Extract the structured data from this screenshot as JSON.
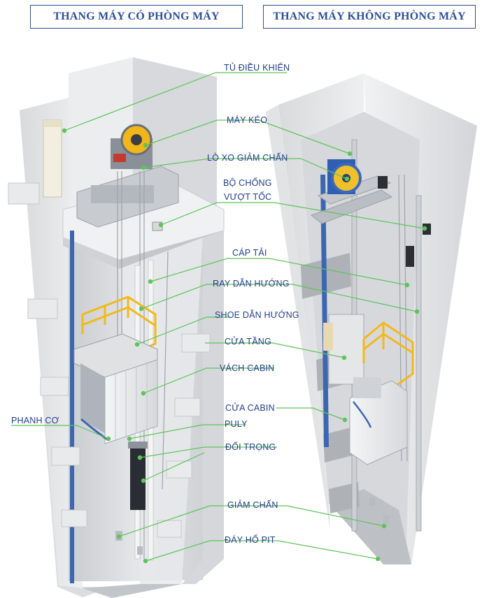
{
  "titles": {
    "left": "THANG MÁY CÓ PHÒNG MÁY",
    "right": "THANG MÁY KHÔNG PHÒNG MÁY"
  },
  "labels": {
    "control_cabinet": "TỦ ĐIỀU KHIỂN",
    "traction_machine": "MÁY KÉO",
    "damping_spring": "LÒ XO GIẢM CHẤN",
    "overspeed_governor_1": "BỘ CHỐNG",
    "overspeed_governor_2": "VƯỢT TỐC",
    "hoist_cable": "CÁP TẢI",
    "guide_rail": "RAY DẪN HƯỚNG",
    "guide_shoe": "SHOE DẪN HƯỚNG",
    "landing_door": "CỬA TẦNG",
    "cabin_wall": "VÁCH CABIN",
    "cabin_door": "CỬA CABIN",
    "mechanical_brake": "PHANH CƠ",
    "pulley": "PULY",
    "counterweight": "ĐỐI TRỌNG",
    "buffer": "GIẢM CHẤN",
    "pit_bottom": "ĐÁY HỐ PIT"
  },
  "colors": {
    "title": "#2d4f98",
    "label_text": "#233f8f",
    "leader_line": "#5ec45a",
    "shaft_wall": "#e6e7e9",
    "rail_blue": "#3d66b0",
    "guard_yellow": "#f2b91c"
  }
}
